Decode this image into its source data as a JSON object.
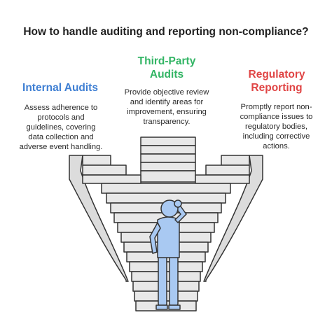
{
  "title": "How to handle auditing and reporting non-compliance?",
  "sections": {
    "internal": {
      "heading": "Internal Audits",
      "description_lines": [
        "Assess adherence to",
        "protocols and",
        "guidelines, covering",
        "data collection and",
        "adverse event handling."
      ]
    },
    "third_party": {
      "heading_lines": [
        "Third-Party",
        "Audits"
      ],
      "description_lines": [
        "Provide objective review",
        "and identify areas for",
        "improvement, ensuring",
        "transparency."
      ]
    },
    "regulatory": {
      "heading_lines": [
        "Regulatory",
        "Reporting"
      ],
      "description_lines": [
        "Promptly report non-",
        "compliance issues to",
        "regulatory bodies,",
        "including corrective",
        "actions."
      ]
    }
  },
  "colors": {
    "internal": "#3f7fd3",
    "third_party": "#33b565",
    "regulatory": "#e04545",
    "stairs": "#e8e8e8",
    "person": "#a9c9f2"
  }
}
